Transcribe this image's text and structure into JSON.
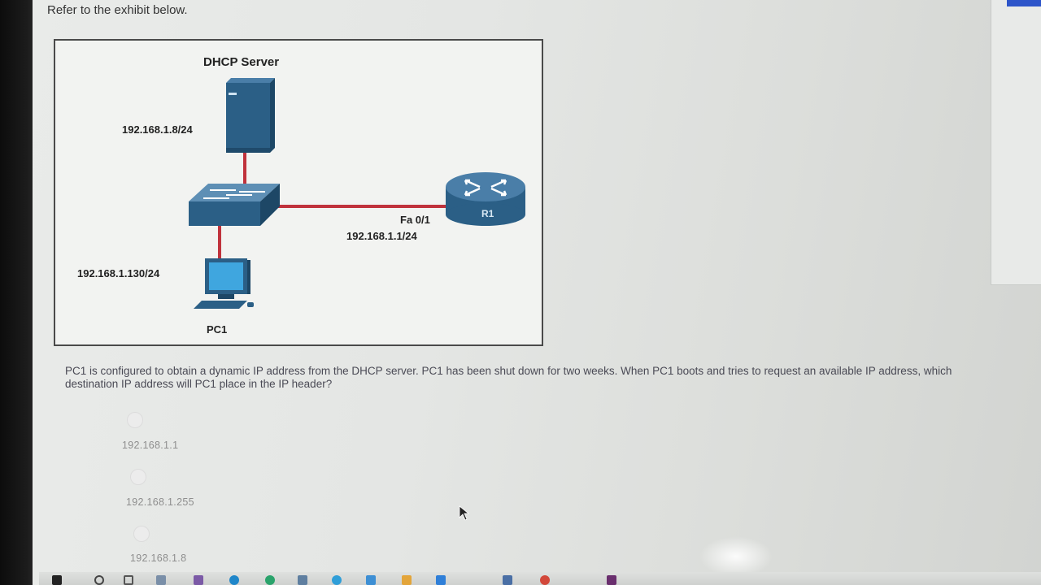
{
  "header": {
    "instruction": "Refer to the exhibit below."
  },
  "exhibit": {
    "server_title": "DHCP Server",
    "server_ip": "192.168.1.8/24",
    "pc_ip": "192.168.1.130/24",
    "pc_name": "PC1",
    "router_name": "R1",
    "router_interface": "Fa 0/1",
    "router_ip": "192.168.1.1/24"
  },
  "question": {
    "text": "PC1 is configured to obtain a dynamic IP address from the DHCP server. PC1 has been shut down for two weeks. When PC1 boots and tries to request an available IP address, which destination IP address will PC1 place in the IP header?"
  },
  "options": [
    {
      "label": "192.168.1.1",
      "selected": false
    },
    {
      "label": "192.168.1.255",
      "selected": false
    },
    {
      "label": "192.168.1.8",
      "selected": false
    }
  ],
  "colors": {
    "device_blue": "#2b5f86",
    "link_red": "#c0323c",
    "taskbar_accent": "#2d55c9"
  },
  "taskbar": {
    "icons": [
      "start-icon",
      "search-icon",
      "task-view-icon",
      "widgets-icon",
      "chat-icon",
      "edge-icon",
      "chrome-icon",
      "folder-icon",
      "store-icon",
      "mail-icon",
      "app-icon",
      "app-icon-2",
      "app-icon-3",
      "app-icon-4",
      "app-icon-5"
    ]
  }
}
